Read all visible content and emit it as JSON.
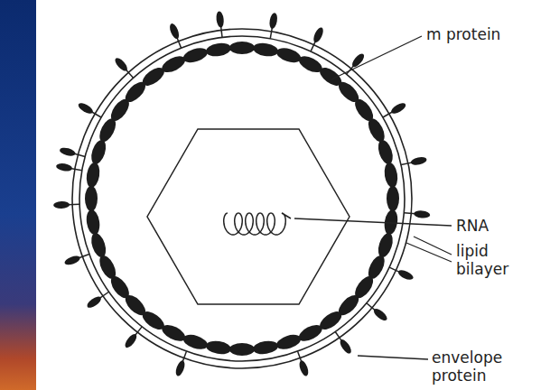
{
  "diagram": {
    "labels": [
      "m protein",
      "RNA",
      "lipid bilayer",
      "envelope protein"
    ]
  }
}
